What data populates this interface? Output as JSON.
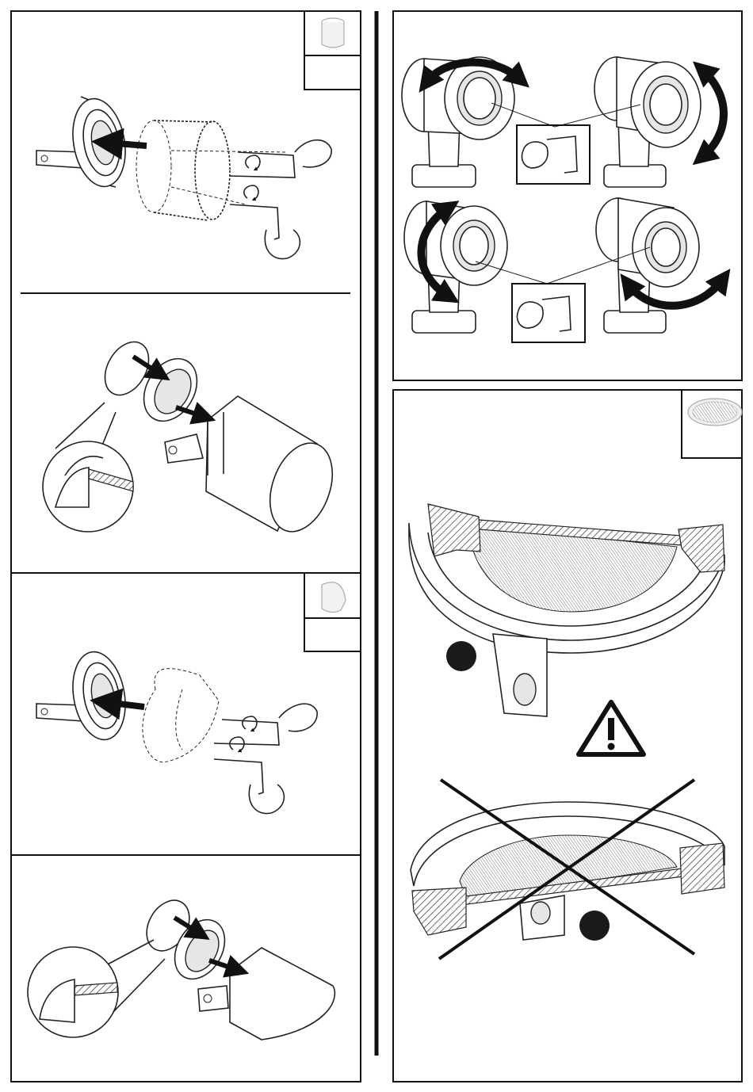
{
  "colors": {
    "ink": "#111111",
    "paper": "#ffffff",
    "accent_fill": "#1a1a1a"
  },
  "panels": [
    {
      "id": "mount-cylinder-shade",
      "icon": "cylinder-shade-icon"
    },
    {
      "id": "insert-cylinder-lens",
      "icon": "magnifier-detail-icon"
    },
    {
      "id": "mount-angled-shade",
      "icon": "angled-shade-icon"
    },
    {
      "id": "insert-angled-lens",
      "icon": "magnifier-detail-icon"
    },
    {
      "id": "rotate-head-adjustment",
      "icon": "hex-key-icon"
    },
    {
      "id": "lens-orientation",
      "icon": "lens-disc-icon",
      "warning_icon": "warning-triangle-icon"
    }
  ]
}
